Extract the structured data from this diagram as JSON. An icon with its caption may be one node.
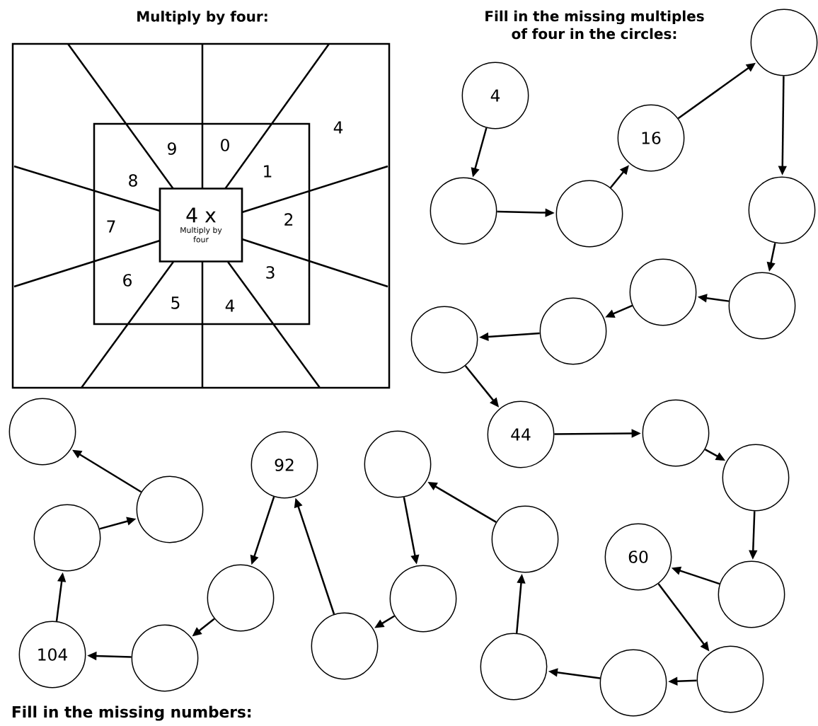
{
  "diagram": {
    "nodes": [
      {
        "text": [
          "4 x",
          "Multiply by four"
        ]
      },
      {
        "text": [
          "4"
        ]
      },
      {
        "text": [],
        "shape": "circle"
      },
      {
        "text": [],
        "shape": "circle"
      },
      {
        "text": [
          "16"
        ]
      },
      {
        "text": [],
        "shape": "circle"
      },
      {
        "text": [],
        "shape": "circle"
      },
      {
        "text": [],
        "shape": "circle"
      },
      {
        "text": [],
        "shape": "circle"
      },
      {
        "text": [],
        "shape": "circle"
      },
      {
        "text": [],
        "shape": "circle"
      },
      {
        "text": [
          "44"
        ]
      },
      {
        "text": [],
        "shape": "circle"
      },
      {
        "text": [],
        "shape": "circle"
      },
      {
        "text": [],
        "shape": "circle"
      },
      {
        "text": [
          "60"
        ]
      },
      {
        "text": [],
        "shape": "circle"
      },
      {
        "text": [],
        "shape": "circle"
      },
      {
        "text": [],
        "shape": "circle"
      },
      {
        "text": [],
        "shape": "circle"
      },
      {
        "text": [],
        "shape": "circle"
      },
      {
        "text": [],
        "shape": "circle"
      },
      {
        "text": [],
        "shape": "circle"
      },
      {
        "text": [
          "92"
        ]
      },
      {
        "text": [],
        "shape": "circle"
      },
      {
        "text": [],
        "shape": "circle"
      },
      {
        "text": [
          "104"
        ]
      },
      {
        "text": [],
        "shape": "circle"
      },
      {
        "text": [],
        "shape": "circle"
      },
      {
        "text": [],
        "shape": "circle"
      }
    ],
    "edges": [
      {
        "from": 1,
        "to": 2,
        "arrow": "to"
      },
      {
        "from": 2,
        "to": 3,
        "arrow": "to"
      },
      {
        "from": 3,
        "to": 4,
        "arrow": "to"
      },
      {
        "from": 4,
        "to": 5,
        "arrow": "to"
      },
      {
        "from": 5,
        "to": 6,
        "arrow": "to"
      },
      {
        "from": 6,
        "to": 7,
        "arrow": "to"
      },
      {
        "from": 7,
        "to": 8,
        "arrow": "to"
      },
      {
        "from": 8,
        "to": 9,
        "arrow": "to"
      },
      {
        "from": 9,
        "to": 10,
        "arrow": "to"
      },
      {
        "from": 10,
        "to": 11,
        "arrow": "to"
      },
      {
        "from": 11,
        "to": 12,
        "arrow": "to"
      },
      {
        "from": 12,
        "to": 13,
        "arrow": "to"
      },
      {
        "from": 13,
        "to": 14,
        "arrow": "to"
      },
      {
        "from": 14,
        "to": 15,
        "arrow": "to"
      },
      {
        "from": 15,
        "to": 16,
        "arrow": "to"
      },
      {
        "from": 16,
        "to": 17,
        "arrow": "to"
      },
      {
        "from": 17,
        "to": 18,
        "arrow": "to"
      },
      {
        "from": 18,
        "to": 19,
        "arrow": "to"
      },
      {
        "from": 19,
        "to": 20,
        "arrow": "to"
      },
      {
        "from": 20,
        "to": 21,
        "arrow": "to"
      },
      {
        "from": 21,
        "to": 22,
        "arrow": "to"
      },
      {
        "from": 22,
        "to": 23,
        "arrow": "to"
      },
      {
        "from": 23,
        "to": 24,
        "arrow": "to"
      },
      {
        "from": 24,
        "to": 25,
        "arrow": "to"
      },
      {
        "from": 25,
        "to": 26,
        "arrow": "to"
      },
      {
        "from": 26,
        "to": 27,
        "arrow": "to"
      },
      {
        "from": 27,
        "to": 28,
        "arrow": "to"
      },
      {
        "from": 28,
        "to": 29,
        "arrow": "to"
      }
    ],
    "labels": [
      "Multiply by four:",
      "Fill in the missing multiples of four in the circles:",
      "9",
      "0",
      "4",
      "1",
      "8",
      "2",
      "7",
      "3",
      "6",
      "5",
      "4",
      "Fill in the missing numbers:"
    ]
  }
}
